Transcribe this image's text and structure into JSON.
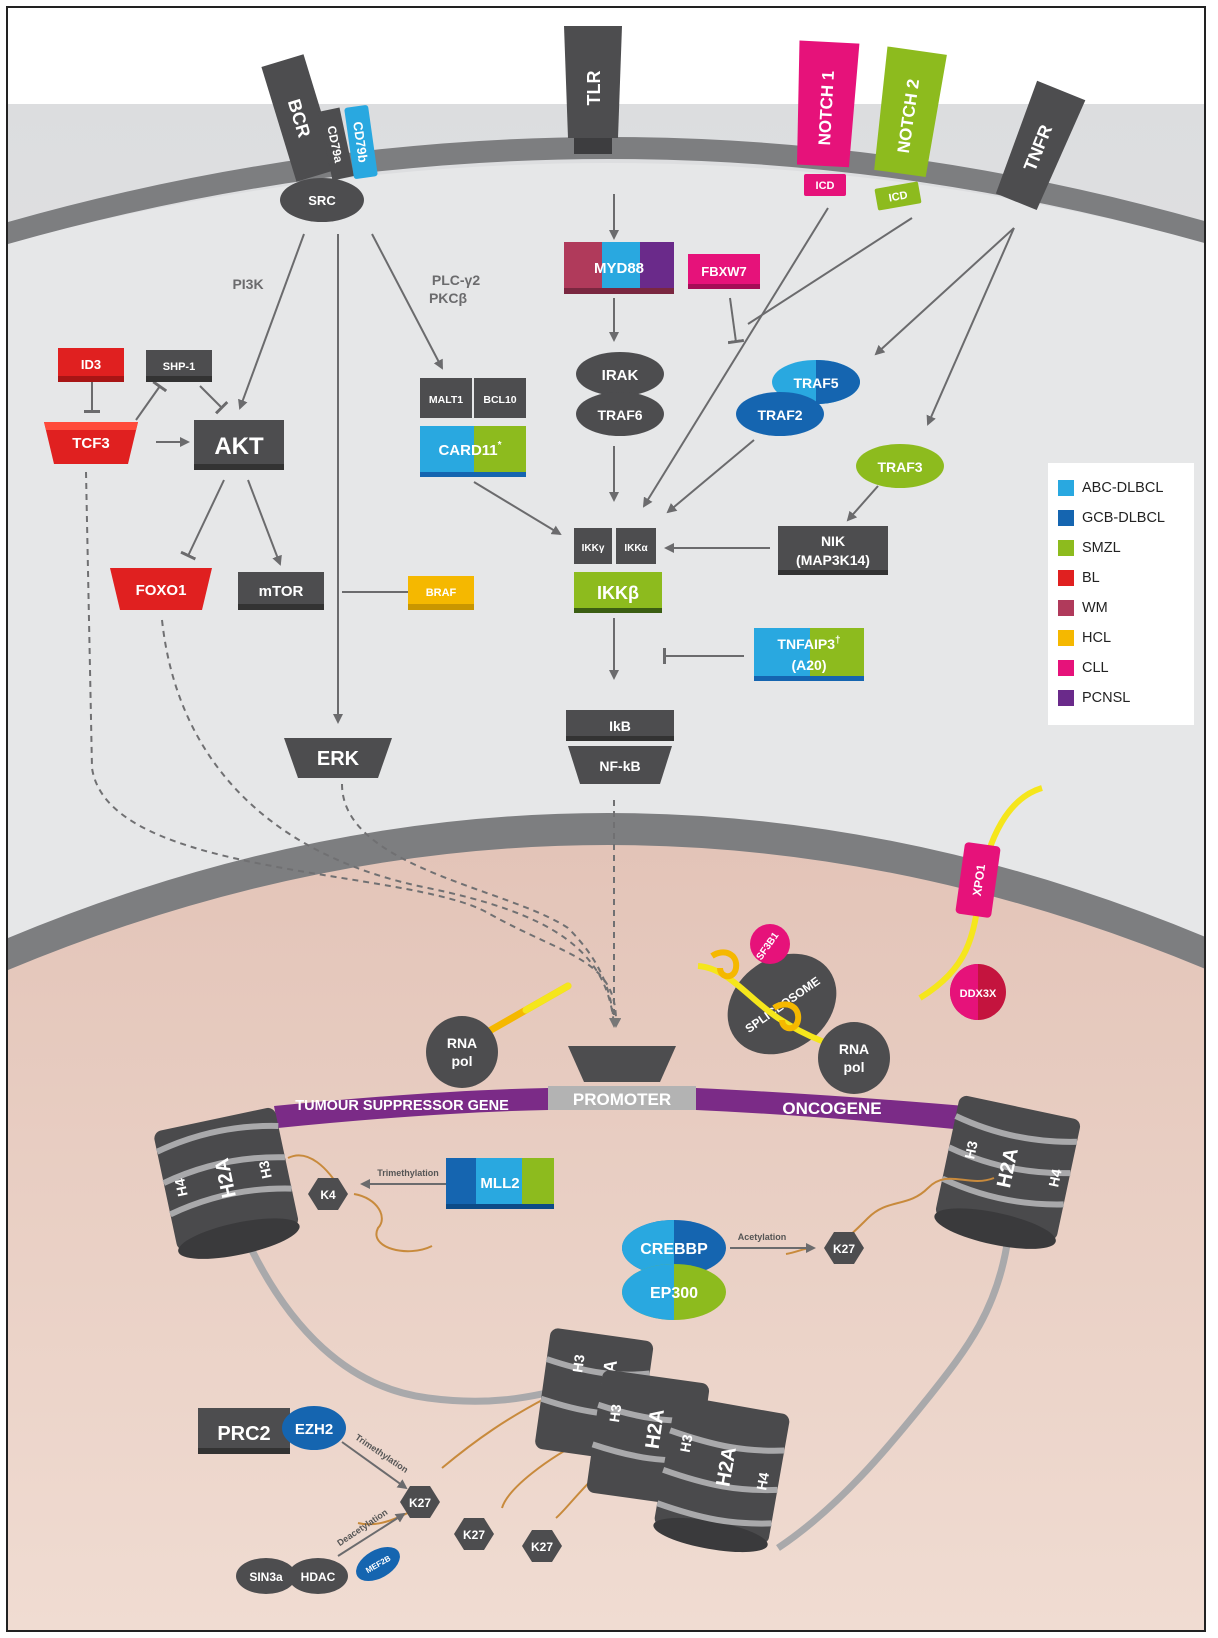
{
  "labels": {
    "bcr": "BCR",
    "cd79a": "CD79a",
    "cd79b": "CD79b",
    "src": "SRC",
    "tlr": "TLR",
    "notch1": "NOTCH 1",
    "notch2": "NOTCH 2",
    "tnfr": "TNFR",
    "icd": "ICD",
    "myd88": "MYD88",
    "fbxw7": "FBXW7",
    "irak": "IRAK",
    "traf6": "TRAF6",
    "traf5": "TRAF5",
    "traf2": "TRAF2",
    "traf3": "TRAF3",
    "pi3k": "PI3K",
    "plc_line1": "PLC-γ2",
    "plc_line2": "PKCβ",
    "id3": "ID3",
    "shp1": "SHP-1",
    "tcf3": "TCF3",
    "akt": "AKT",
    "malt1": "MALT1",
    "bcl10": "BCL10",
    "card11": "CARD11",
    "card11_mark": "*",
    "ikkg": "IKKγ",
    "ikka": "IKKα",
    "ikkb": "IKKβ",
    "nik_line1": "NIK",
    "nik_line2": "(MAP3K14)",
    "foxo1": "FOXO1",
    "mtor": "mTOR",
    "braf": "BRAF",
    "tnfaip3_line1": "TNFAIP3",
    "tnfaip3_mark": "†",
    "tnfaip3_line2": "(A20)",
    "erk": "ERK",
    "ikb": "IkB",
    "nfkb": "NF-kB",
    "xpo1": "XPO1",
    "ddx3x": "DDX3X",
    "sf3b1": "SF3B1",
    "spliceosome": "SPLICEOSOME",
    "rna": "RNA",
    "pol": "pol",
    "tumour_suppressor_gene": "TUMOUR SUPPRESSOR GENE",
    "promoter": "PROMOTER",
    "oncogene": "ONCOGENE",
    "h2a": "H2A",
    "h3": "H3",
    "h4": "H4",
    "k4": "K4",
    "k27": "K27",
    "trimethylation": "Trimethylation",
    "acetylation": "Acetylation",
    "deacetylation": "Deacetylation",
    "mll2": "MLL2",
    "crebbp": "CREBBP",
    "ep300": "EP300",
    "prc2": "PRC2",
    "ezh2": "EZH2",
    "sin3a": "SIN3a",
    "hdac": "HDAC",
    "mef2b": "MEF2B"
  },
  "legend": [
    {
      "label": "ABC-DLBCL",
      "color": "#29a8e0"
    },
    {
      "label": "GCB-DLBCL",
      "color": "#1565b0"
    },
    {
      "label": "SMZL",
      "color": "#8dbb1e"
    },
    {
      "label": "BL",
      "color": "#e02020"
    },
    {
      "label": "WM",
      "color": "#b03a5b"
    },
    {
      "label": "HCL",
      "color": "#f5b800"
    },
    {
      "label": "CLL",
      "color": "#e6127a"
    },
    {
      "label": "PCNSL",
      "color": "#6a2a8a"
    }
  ],
  "colors": {
    "protein": "#4d4d4f",
    "cytoplasm": "#e4e5e7",
    "nucleus": "#ebcfc3",
    "membrane": "#7d7e80",
    "chromatin_fiber": "#a9a9ab",
    "gene_bar": "#7b2b87",
    "promoter_bar": "#b3b3b3",
    "histone_tail": "#c88a3c",
    "rna_strand": "#f5b800"
  }
}
